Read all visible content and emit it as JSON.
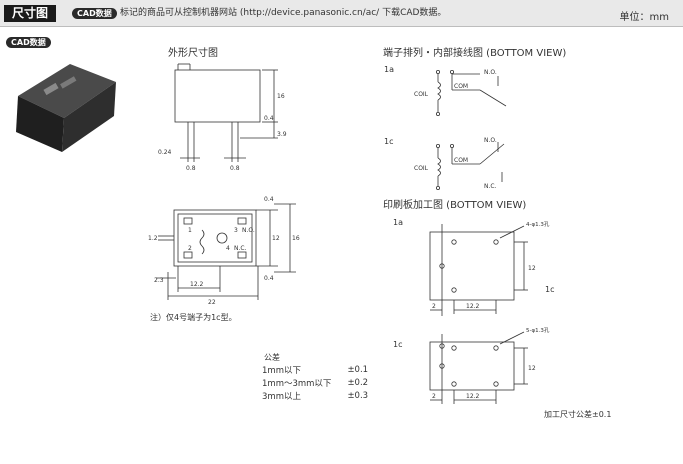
{
  "header": {
    "title": "尺寸图",
    "badge": "CAD数据",
    "text": "标记的商品可从控制机器网站 (http://device.panasonic.cn/ac/ 下载CAD数据。",
    "unit": "单位：mm"
  },
  "side_badge": "CAD数据",
  "outline": {
    "title": "外形尺寸图",
    "dims": {
      "h": "16",
      "pin": "3.9",
      "t": "0.4",
      "w1": "0.24",
      "p1": "0.8",
      "p2": "0.8"
    },
    "top_dims": {
      "t1": "0.4",
      "t2": "0.4",
      "h": "12",
      "h2": "16",
      "p": "1.2",
      "s": "2.3",
      "w": "12.2",
      "l": "22"
    },
    "top_labels": {
      "p1": "1",
      "p2": "2",
      "p3": "3",
      "p4": "4",
      "no": "N.O.",
      "nc": "N.C."
    },
    "note": "注）仅4号端子为1c型。"
  },
  "tolerance": {
    "title": "公差",
    "rows": [
      {
        "range": "1mm以下",
        "value": "±0.1"
      },
      {
        "range": "1mm～3mm以下",
        "value": "±0.2"
      },
      {
        "range": "3mm以上",
        "value": "±0.3"
      }
    ]
  },
  "wiring": {
    "title": "端子排列・内部接线图 (BOTTOM VIEW)",
    "type_a": "1a",
    "type_c": "1c",
    "coil": "COIL",
    "com": "COM",
    "no": "N.O.",
    "nc": "N.C."
  },
  "pcb": {
    "title": "印刷板加工图 (BOTTOM VIEW)",
    "type_a": "1a",
    "type_c": "1c",
    "hole_a": "4-φ1.3孔",
    "hole_c": "5-φ1.3孔",
    "dim_h": "12",
    "dim_w": "12.2",
    "dim_s": "2",
    "side_label": "1c",
    "tolerance_note": "加工尺寸公差±0.1"
  }
}
